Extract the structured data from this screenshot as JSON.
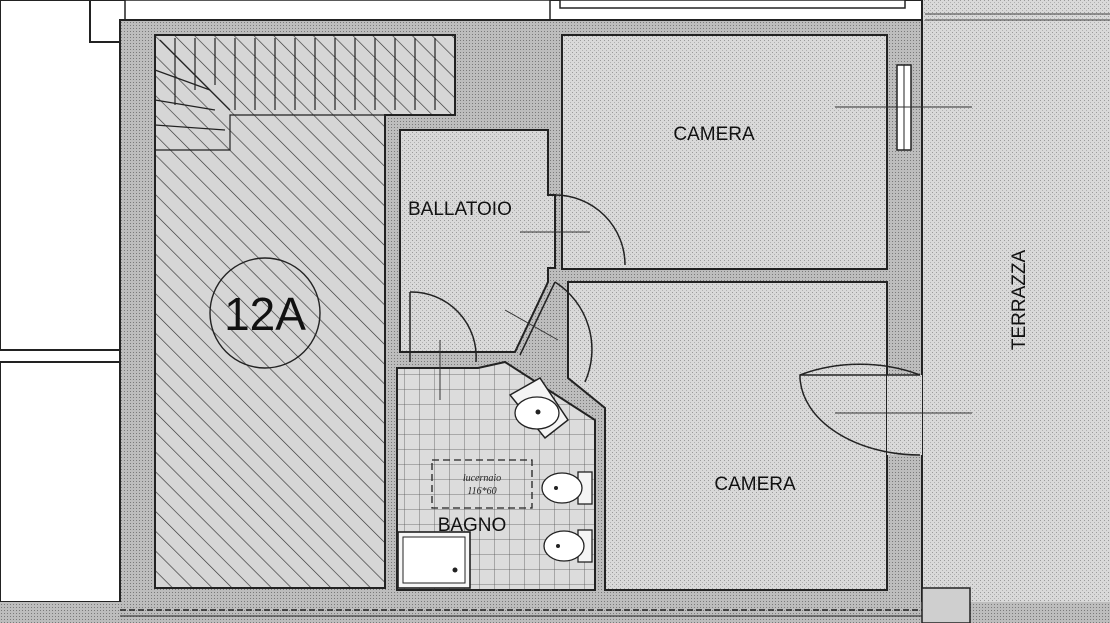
{
  "plan": {
    "unit_number": "12A",
    "rooms": {
      "camera_top": "CAMERA",
      "ballatoio": "BALLATOIO",
      "camera_bottom": "CAMERA",
      "bagno": "BAGNO",
      "terrazza": "TERRAZZA"
    },
    "skylight": {
      "label": "lucernaio",
      "size": "116*60"
    }
  }
}
